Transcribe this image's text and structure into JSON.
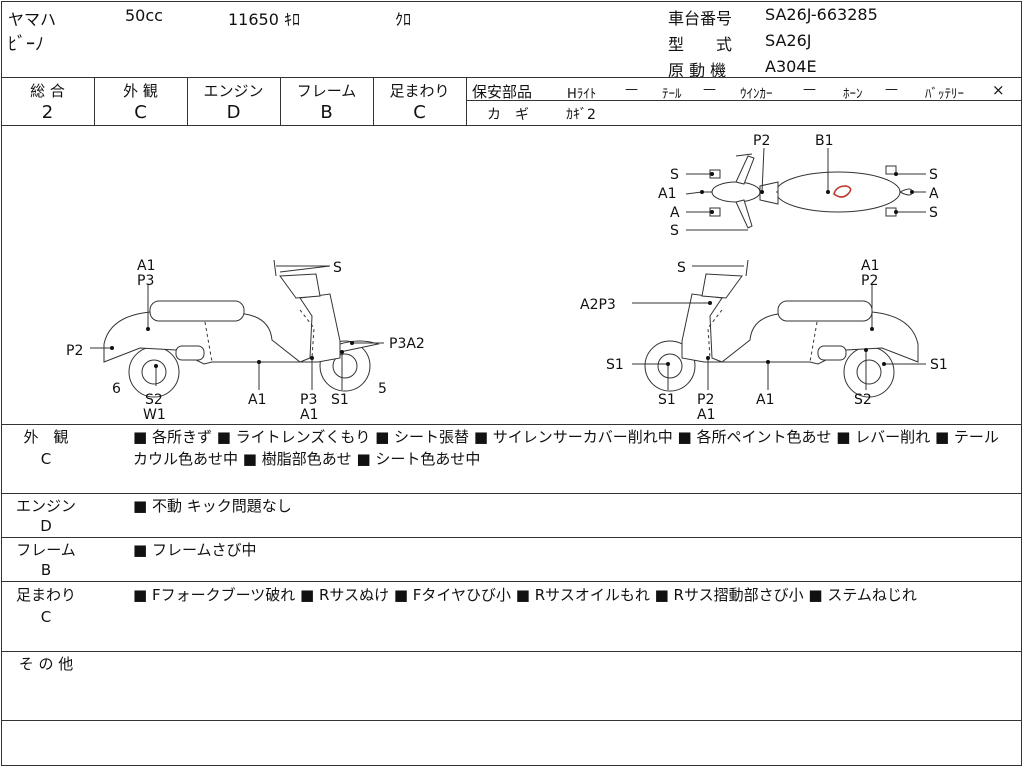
{
  "header": {
    "maker": "ヤマハ",
    "displacement": "50cc",
    "mileage": "11650 ｷﾛ",
    "color": "ｸﾛ",
    "model_name": "ﾋﾞｰﾉ",
    "frame_no_label": "車台番号",
    "frame_no": "SA26J-663285",
    "type_label": "型　　式",
    "type": "SA26J",
    "engine_label": "原 動 機",
    "engine": "A304E"
  },
  "grades": [
    {
      "label": "総 合",
      "value": "2"
    },
    {
      "label": "外 観",
      "value": "C"
    },
    {
      "label": "エンジン",
      "value": "D"
    },
    {
      "label": "フレーム",
      "value": "B"
    },
    {
      "label": "足まわり",
      "value": "C"
    }
  ],
  "safety": {
    "label": "保安部品",
    "items": [
      {
        "name": "Hﾗｲﾄ",
        "status": "—"
      },
      {
        "name": "ﾃｰﾙ",
        "status": "—"
      },
      {
        "name": "ｳｲﾝｶｰ",
        "status": "—"
      },
      {
        "name": "ﾎｰﾝ",
        "status": "—"
      },
      {
        "name": "ﾊﾞｯﾃﾘｰ",
        "status": "×"
      }
    ],
    "key_label": "カ　ギ",
    "key_value": "ｶｷﾞ2"
  },
  "diagram": {
    "top": [
      "P2",
      "B1",
      "S",
      "S",
      "A1",
      "A",
      "A",
      "S",
      "S"
    ],
    "left": [
      "A1",
      "P3",
      "S",
      "P2",
      "P3A2",
      "6",
      "S2",
      "W1",
      "A1",
      "P3",
      "A1",
      "S1",
      "5"
    ],
    "right": [
      "S",
      "A1",
      "P2",
      "A2P3",
      "S1",
      "S1",
      "S1",
      "P2",
      "A1",
      "A1",
      "S2"
    ]
  },
  "sections": [
    {
      "label": "外　観",
      "grade": "C",
      "text": "■ 各所きず ■ ライトレンズくもり ■ シート張替 ■ サイレンサーカバー削れ中 ■ 各所ペイント色あせ ■ レバー削れ ■ テールカウル色あせ中 ■ 樹脂部色あせ ■ シート色あせ中"
    },
    {
      "label": "エンジン",
      "grade": "D",
      "text": "■ 不動 キック問題なし"
    },
    {
      "label": "フレーム",
      "grade": "B",
      "text": "■ フレームさび中"
    },
    {
      "label": "足まわり",
      "grade": "C",
      "text": "■ Fフォークブーツ破れ ■ Rサスぬけ ■ Fタイヤひび小 ■ Rサスオイルもれ ■ Rサス摺動部さび小 ■ ステムねじれ"
    },
    {
      "label": "そ の 他",
      "grade": "",
      "text": ""
    }
  ]
}
